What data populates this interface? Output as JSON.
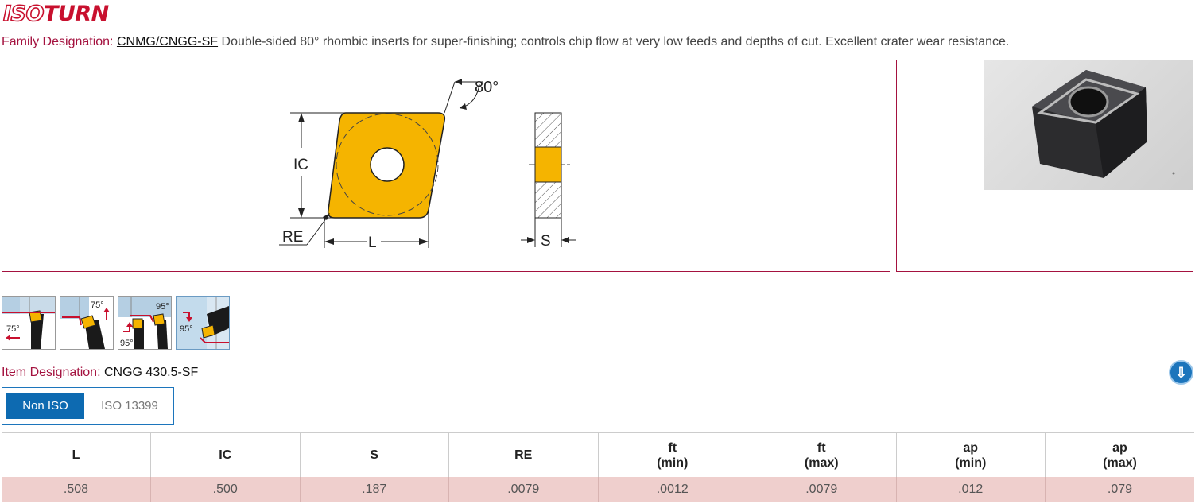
{
  "brand": {
    "part1": "ISO",
    "part2": "TURN"
  },
  "family": {
    "label": "Family Designation:",
    "code": "CNMG/CNGG-SF",
    "description": "Double-sided 80° rhombic inserts for super-finishing; controls chip flow at very low feeds and depths of cut. Excellent crater wear resistance."
  },
  "drawing": {
    "angle": "80°",
    "ic": "IC",
    "re": "RE",
    "l": "L",
    "s": "S"
  },
  "applications": [
    "75°",
    "75°",
    "95°",
    "95°",
    "95°"
  ],
  "item": {
    "label": "Item Designation:",
    "value": "CNGG 430.5-SF"
  },
  "tabs": [
    {
      "label": "Non ISO",
      "active": true
    },
    {
      "label": "ISO 13399",
      "active": false
    }
  ],
  "table": {
    "headers": [
      {
        "line1": "L",
        "line2": ""
      },
      {
        "line1": "IC",
        "line2": ""
      },
      {
        "line1": "S",
        "line2": ""
      },
      {
        "line1": "RE",
        "line2": ""
      },
      {
        "line1": "ft",
        "line2": "(min)"
      },
      {
        "line1": "ft",
        "line2": "(max)"
      },
      {
        "line1": "ap",
        "line2": "(min)"
      },
      {
        "line1": "ap",
        "line2": "(max)"
      }
    ],
    "rows": [
      [
        ".508",
        ".500",
        ".187",
        ".0079",
        ".0012",
        ".0079",
        ".012",
        ".079"
      ]
    ]
  },
  "colors": {
    "brand": "#c8102e",
    "label": "#a4123f",
    "insert": "#f5b400",
    "accent": "#0d6ab1",
    "row": "#efcfcd"
  }
}
